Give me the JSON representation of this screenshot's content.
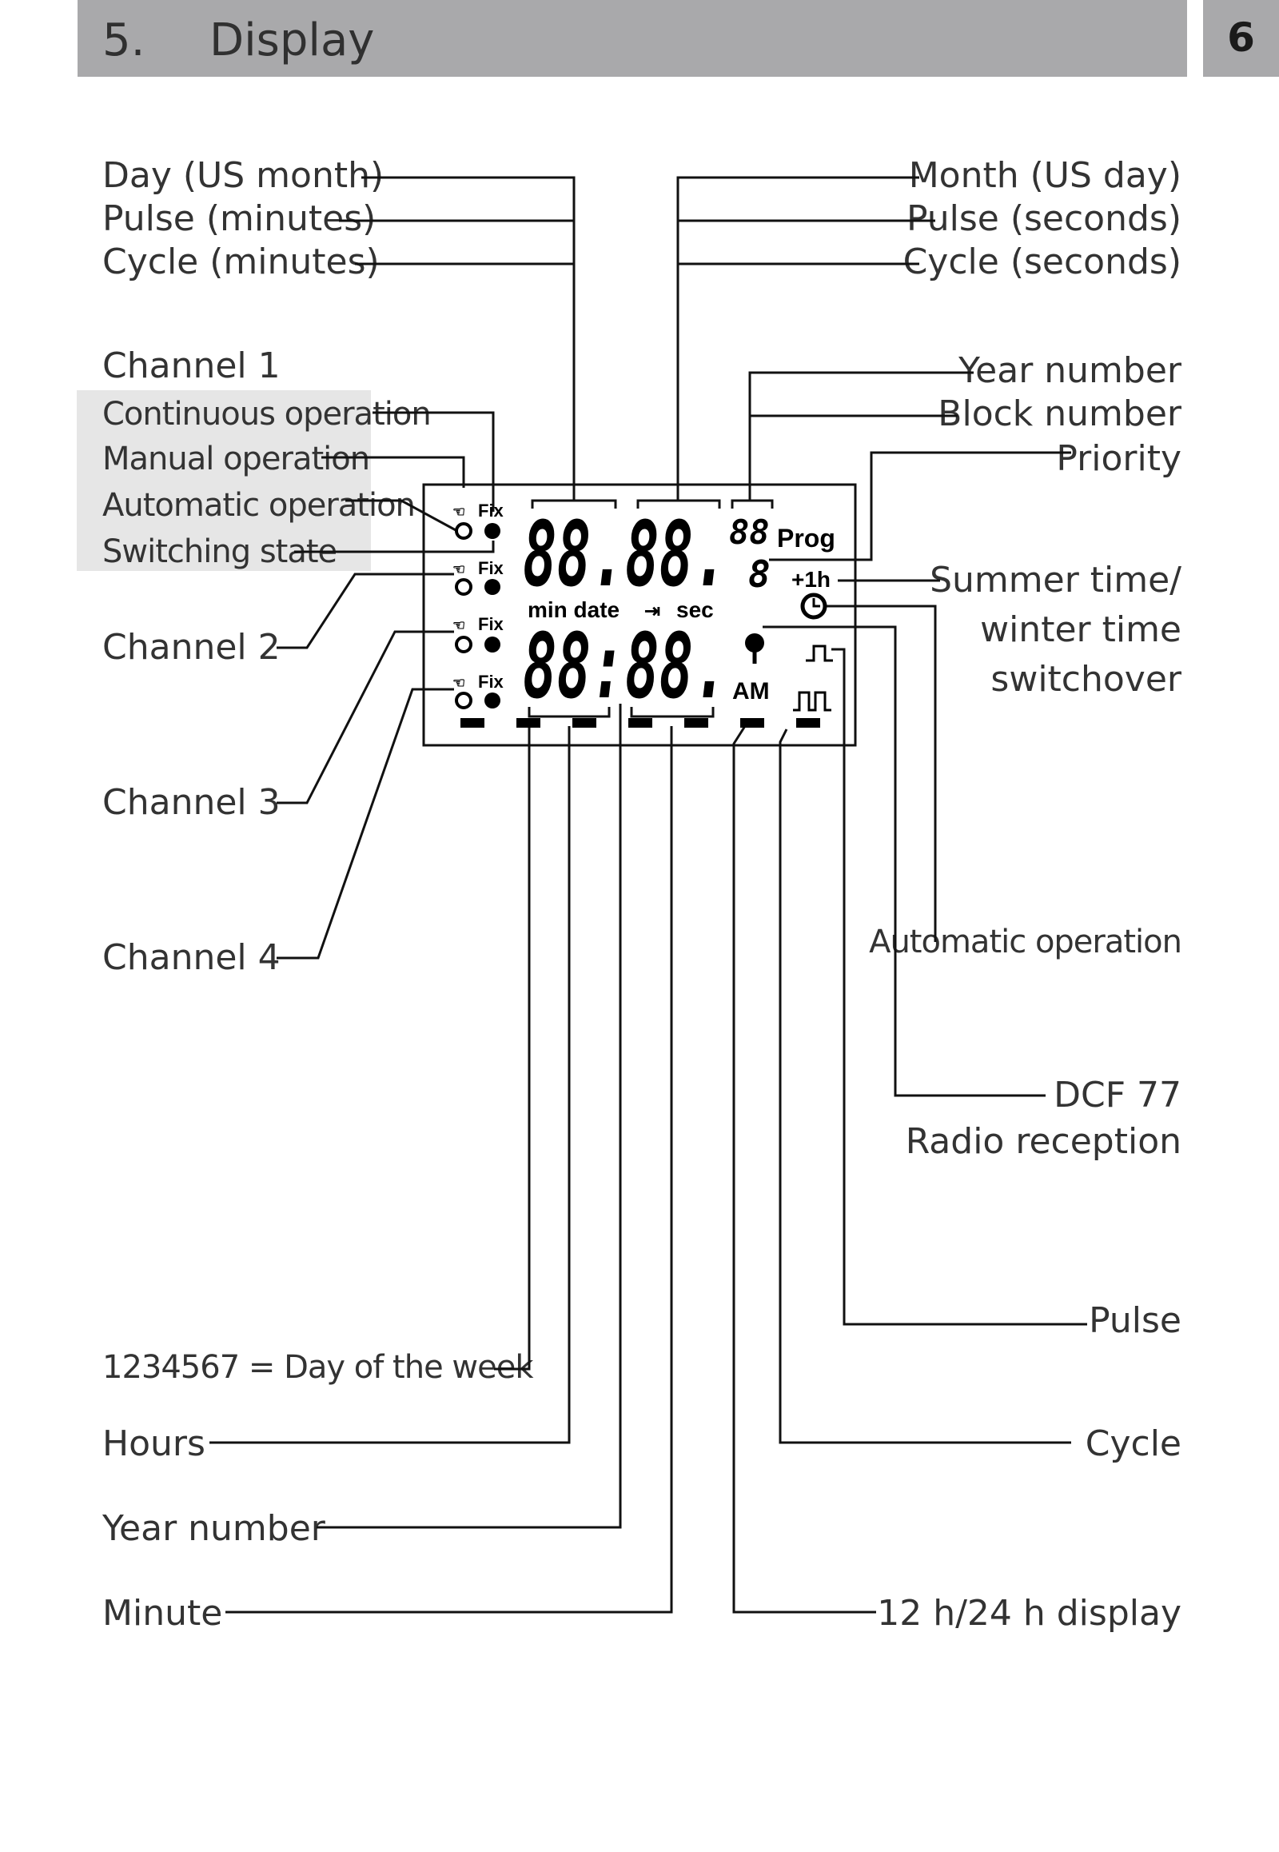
{
  "header": {
    "section_number": "5.",
    "title": "Display",
    "page_number": "6"
  },
  "labels_left": {
    "day": "Day (US month)",
    "pulse_minutes": "Pulse (minutes)",
    "cycle_minutes": "Cycle (minutes)",
    "channel1": "Channel 1",
    "continuous": "Continuous operation",
    "manual": "Manual operation",
    "automatic": "Automatic operation",
    "switching": "Switching state",
    "channel2": "Channel 2",
    "channel3": "Channel 3",
    "channel4": "Channel 4",
    "day_of_week": "1234567 = Day of the week",
    "hours": "Hours",
    "year_number": "Year number",
    "minute": "Minute"
  },
  "labels_right": {
    "month": "Month (US day)",
    "pulse_seconds": "Pulse (seconds)",
    "cycle_seconds": "Cycle (seconds)",
    "year_number": "Year number",
    "block_number": "Block number",
    "priority": "Priority",
    "summer_line1": "Summer time/",
    "summer_line2": "winter time",
    "summer_line3": "switchover",
    "automatic": "Automatic operation",
    "dcf_line1": "DCF 77",
    "dcf_line2": "Radio reception",
    "pulse": "Pulse",
    "cycle": "Cycle",
    "display_mode": "12 h/24 h display"
  },
  "lcd": {
    "top_digits": "88.88.",
    "top_small": "88",
    "prog": "Prog",
    "block_digit": "8",
    "plus1h": "+1h",
    "mid_text": "min date",
    "arrow": "⇥",
    "sec": "sec",
    "time_digits": "88:88.",
    "am": "AM",
    "fix": "Fix"
  }
}
